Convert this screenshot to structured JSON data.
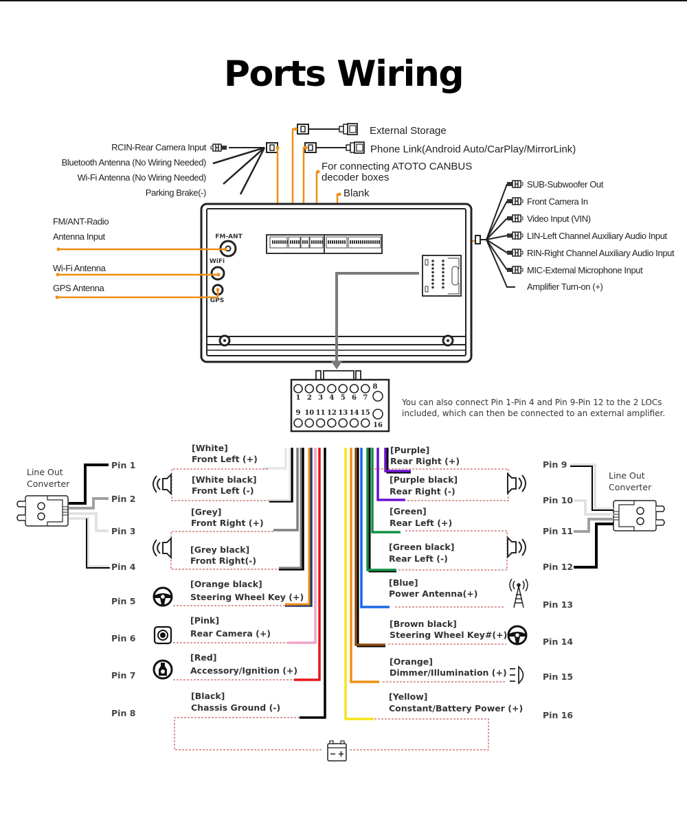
{
  "title": "Ports Wiring",
  "colors": {
    "orange_lead": "#ee8f14",
    "dash": "#b43b3b",
    "white": "#e6e6e6",
    "grey": "#808080",
    "orange": "#ee8f14",
    "dark_blue": "#1e3a6a",
    "pink": "#f0a4c8",
    "red": "#e8141c",
    "black": "#000000",
    "yellow": "#f7e21b",
    "brown": "#8a4a12",
    "blue": "#1a66e6",
    "green": "#129046",
    "purple": "#6a12d0"
  },
  "top_harness": {
    "left_labels": [
      "RCIN-Rear Camera Input",
      "Bluetooth Antenna (No Wiring Needed)",
      "Wi-Fi Antenna (No Wiring Needed)",
      "Parking Brake(-)"
    ],
    "usb_labels": [
      "External Storage",
      "Phone Link(Android Auto/CarPlay/MirrorLink)"
    ],
    "canbus_label_line1": "For connecting ATOTO CANBUS",
    "canbus_label_line2": "decoder boxes",
    "blank_label": "Blank",
    "rca_labels": [
      "SUB-Subwoofer Out",
      "Front Camera In",
      "Video Input  (VIN)",
      "LIN-Left Channel Auxiliary Audio Input",
      "RIN-Right Channel Auxiliary Audio Input",
      "MIC-External Microphone Input",
      "Amplifier Turn-on (+)"
    ]
  },
  "antennas": {
    "fm_label_line1": "FM/ANT-Radio",
    "fm_label_line2": "Antenna Input",
    "wifi_label": "Wi-Fi Antenna",
    "gps_label": "GPS Antenna",
    "port_fm": "FM-ANT",
    "port_wifi": "WiFi",
    "port_gps": "GPS"
  },
  "connector": {
    "top_row_numbers": [
      "1",
      "2",
      "3",
      "4",
      "5",
      "6",
      "7"
    ],
    "bottom_row_numbers": [
      "9",
      "10",
      "11",
      "12",
      "13",
      "14",
      "15"
    ],
    "pin8": "8",
    "pin16": "16",
    "note_line1": "You can also connect Pin 1-Pin 4 and Pin 9-Pin 12 to the 2 LOCs",
    "note_line2": "included, which can then be connected to an external amplifier."
  },
  "line_out_converter": {
    "label_line1": "Line Out",
    "label_line2": "Converter"
  },
  "left_pins": [
    {
      "pin": "Pin 1",
      "color_name": "[White]",
      "function": "Front Left (+)",
      "icon": "speaker-icon"
    },
    {
      "pin": "Pin 2",
      "color_name": "[White black]",
      "function": "Front Left (-)",
      "icon": "speaker-icon"
    },
    {
      "pin": "Pin 3",
      "color_name": "[Grey]",
      "function": "Front Right (+)",
      "icon": "speaker-icon"
    },
    {
      "pin": "Pin 4",
      "color_name": "[Grey black]",
      "function": "Front Right(-)",
      "icon": "speaker-icon"
    },
    {
      "pin": "Pin 5",
      "color_name": "[Orange black]",
      "function": "Steering Wheel Key (+)",
      "icon": "steering-wheel-icon"
    },
    {
      "pin": "Pin 6",
      "color_name": "[Pink]",
      "function": "Rear Camera (+)",
      "icon": "camera-icon"
    },
    {
      "pin": "Pin 7",
      "color_name": "[Red]",
      "function": "Accessory/Ignition (+)",
      "icon": "ignition-key-icon"
    },
    {
      "pin": "Pin 8",
      "color_name": "[Black]",
      "function": "Chassis Ground (-)",
      "icon": ""
    }
  ],
  "right_pins": [
    {
      "pin": "Pin 9",
      "color_name": "[Purple]",
      "function": "Rear Right (+)",
      "icon": "speaker-icon"
    },
    {
      "pin": "Pin 10",
      "color_name": "[Purple black]",
      "function": "Rear Right (-)",
      "icon": "speaker-icon"
    },
    {
      "pin": "Pin 11",
      "color_name": "[Green]",
      "function": "Rear Left (+)",
      "icon": "speaker-icon"
    },
    {
      "pin": "Pin 12",
      "color_name": "[Green black]",
      "function": "Rear Left (-)",
      "icon": "speaker-icon"
    },
    {
      "pin": "Pin 13",
      "color_name": "[Blue]",
      "function": "Power Antenna(+)",
      "icon": "antenna-tower-icon"
    },
    {
      "pin": "Pin 14",
      "color_name": "[Brown black]",
      "function": "Steering Wheel Key#(+)",
      "icon": "steering-wheel-icon"
    },
    {
      "pin": "Pin 15",
      "color_name": "[Orange]",
      "function": "Dimmer/Illumination (+)",
      "icon": "headlight-icon"
    },
    {
      "pin": "Pin 16",
      "color_name": "[Yellow]",
      "function": "Constant/Battery Power (+)",
      "icon": "battery-icon"
    }
  ]
}
